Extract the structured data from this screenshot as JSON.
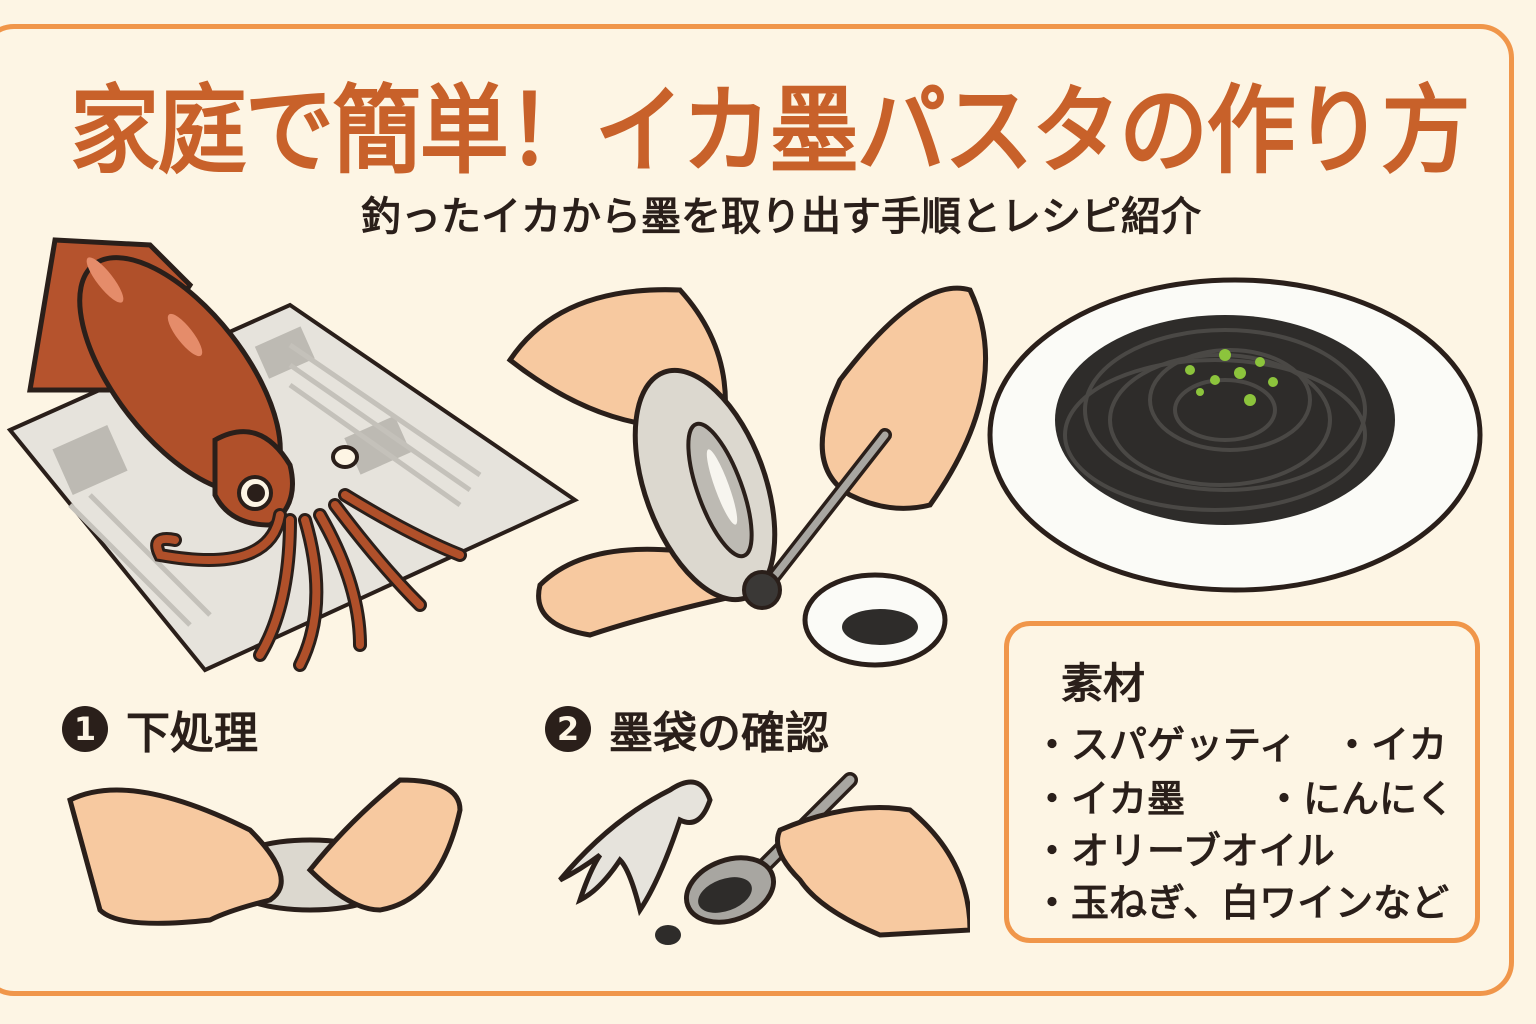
{
  "header": {
    "title": "家庭で簡単！イカ墨パスタの作り方",
    "subtitle": "釣ったイカから墨を取り出す手順とレシピ紹介"
  },
  "illustrations": {
    "squid": "squid-on-newspaper",
    "ink_extraction": "hands-extracting-ink-sac-with-spoon",
    "pasta": "squid-ink-pasta-plate",
    "step1": "hands-handling-squid",
    "step2": "spoon-with-ink"
  },
  "steps": [
    {
      "number": "1",
      "label": "下処理"
    },
    {
      "number": "2",
      "label": "墨袋の確認"
    }
  ],
  "ingredients": {
    "title": "素材",
    "rows": [
      {
        "col1": "・スパゲッティ",
        "col2": "・イカ"
      },
      {
        "col1": "・イカ墨",
        "col2": "・にんにく"
      },
      {
        "col1": "・オリーブオイル",
        "col2": ""
      },
      {
        "col1": "・玉ねぎ、白ワインなど",
        "col2": ""
      }
    ]
  },
  "colors": {
    "background": "#fdf5e4",
    "title": "#c8612a",
    "frame": "#f0964a",
    "text": "#2a1f1a",
    "squid": "#a9482a",
    "skin": "#f7c9a0",
    "ink": "#2e2c2a",
    "garnish": "#8cc43c"
  }
}
